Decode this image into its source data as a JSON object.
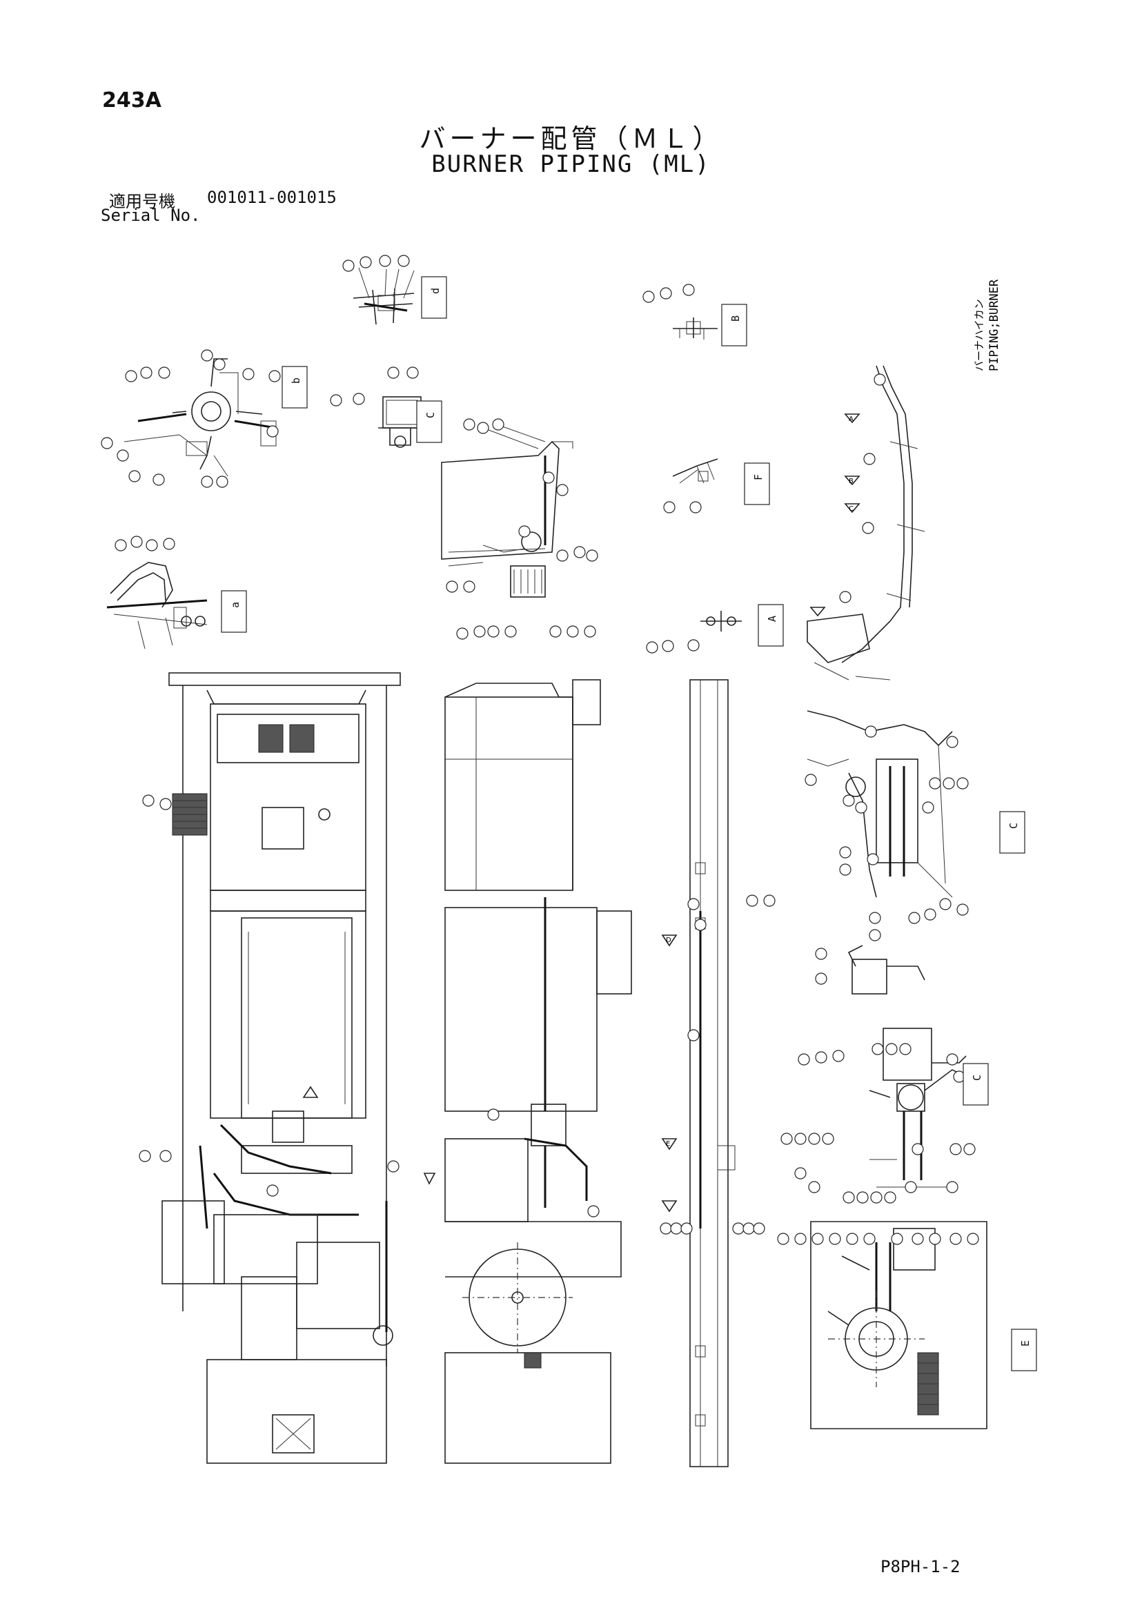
{
  "page_number": "243A",
  "title_jp": "バーナー配管（ＭＬ）",
  "title_en": "BURNER PIPING (ML)",
  "serial_label_jp": "適用号機",
  "serial_value": "001011-001015",
  "serial_label_en": "Serial No.",
  "side_label_jp": "バーナハイカン",
  "side_label_en": "PIPING;BURNER",
  "drawing_number": "P8PH-1-2",
  "view_tags": [
    "d",
    "b",
    "C",
    "B",
    "F",
    "a",
    "A",
    "C",
    "C",
    "E"
  ],
  "section_arrows": [
    "A",
    "B",
    "C",
    "D",
    "E"
  ]
}
